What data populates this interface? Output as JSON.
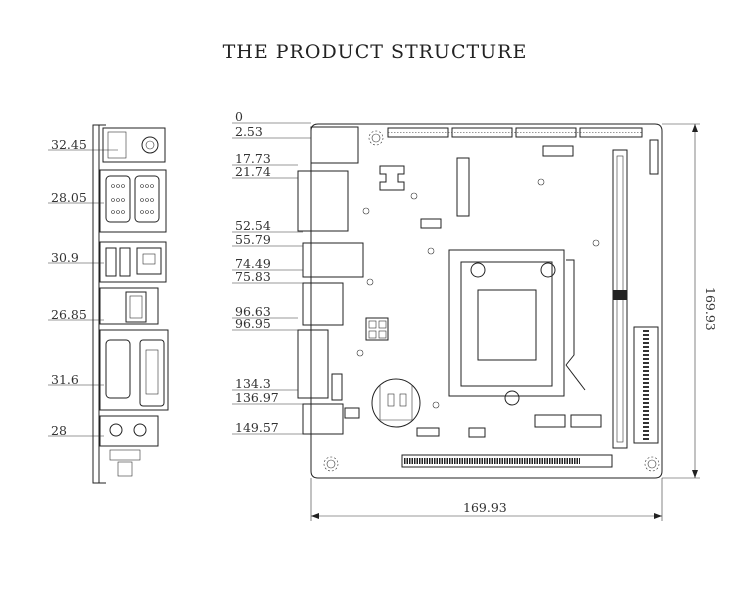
{
  "title": "THE PRODUCT STRUCTURE",
  "side_view": {
    "dimensions": [
      "32.45",
      "28.05",
      "30.9",
      "26.85",
      "31.6",
      "28"
    ]
  },
  "top_view": {
    "left_dimensions": [
      "0",
      "2.53",
      "17.73",
      "21.74",
      "52.54",
      "55.79",
      "74.49",
      "75.83",
      "96.63",
      "96.95",
      "134.3",
      "136.97",
      "149.57"
    ],
    "height_dimension": "169.93",
    "width_dimension": "169.93"
  }
}
